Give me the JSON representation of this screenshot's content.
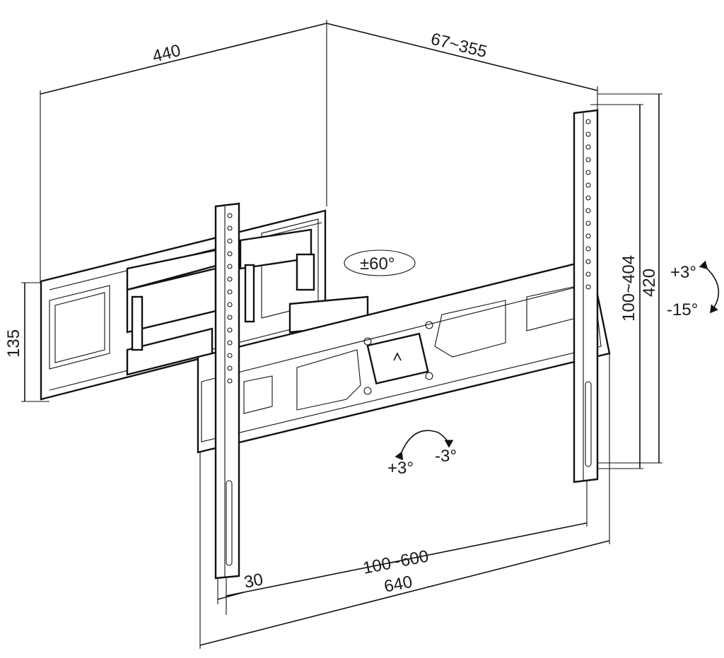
{
  "dimensions": {
    "depth_total": "440",
    "arm_extension": "67~355",
    "wall_plate_height": "135",
    "vertical_hole_spacing": "100~404",
    "bracket_height": "420",
    "horizontal_hole_spacing": "100~600",
    "rail_width": "640",
    "bracket_width": "30"
  },
  "angles": {
    "swivel": "±60°",
    "tilt_up": "+3°",
    "tilt_down": "-15°",
    "level_plus": "+3°",
    "level_minus": "-3°"
  }
}
